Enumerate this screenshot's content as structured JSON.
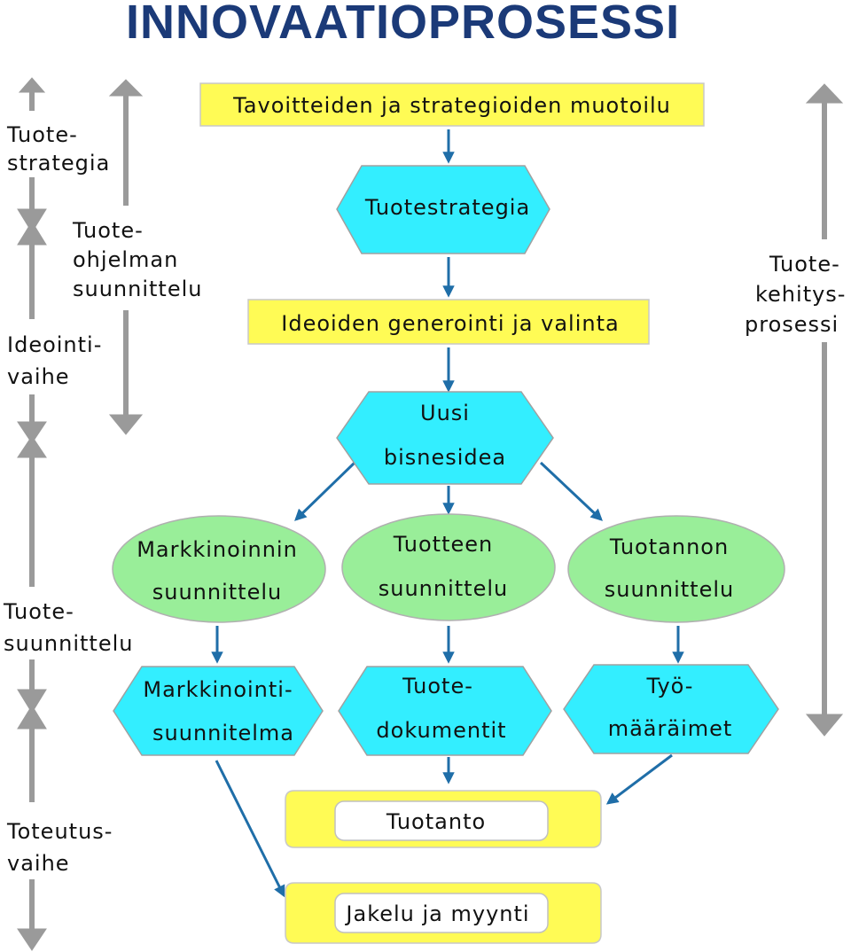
{
  "title": "INNOVAATIOPROSESSI",
  "colors": {
    "title": "#1b3a78",
    "yellow_box": "#fffb55",
    "hexagon": "#33eeff",
    "ellipse": "#99ee99",
    "arrow": "#1f6ea8",
    "phase_arrow": "#9a9a9a"
  },
  "nodes": {
    "goals": "Tavoitteiden ja strategioiden muotoilu",
    "product_strategy": "Tuotestrategia",
    "idea_generation": "Ideoiden generointi ja valinta",
    "new_idea_1": "Uusi",
    "new_idea_2": "bisnesidea",
    "marketing_planning_1": "Markkinoinnin",
    "marketing_planning_2": "suunnittelu",
    "product_planning_1": "Tuotteen",
    "product_planning_2": "suunnittelu",
    "production_planning_1": "Tuotannon",
    "production_planning_2": "suunnittelu",
    "marketing_plan_1": "Markkinointi-",
    "marketing_plan_2": "suunnitelma",
    "product_docs_1": "Tuote-",
    "product_docs_2": "dokumentit",
    "work_methods_1": "Työ-",
    "work_methods_2": "määräimet",
    "production": "Tuotanto",
    "distribution": "Jakelu ja myynti"
  },
  "phases_left": {
    "strategy_1": "Tuote-",
    "strategy_2": "strategia",
    "ideation_1": "Ideointi-",
    "ideation_2": "vaihe",
    "design_1": "Tuote-",
    "design_2": "suunnittelu",
    "implementation_1": "Toteutus-",
    "implementation_2": "vaihe"
  },
  "phases_middle": {
    "program_1": "Tuote-",
    "program_2": "ohjelman",
    "program_3": "suunnittelu"
  },
  "phases_right": {
    "development_1": "Tuote-",
    "development_2": "kehitys-",
    "development_3": "prosessi"
  }
}
